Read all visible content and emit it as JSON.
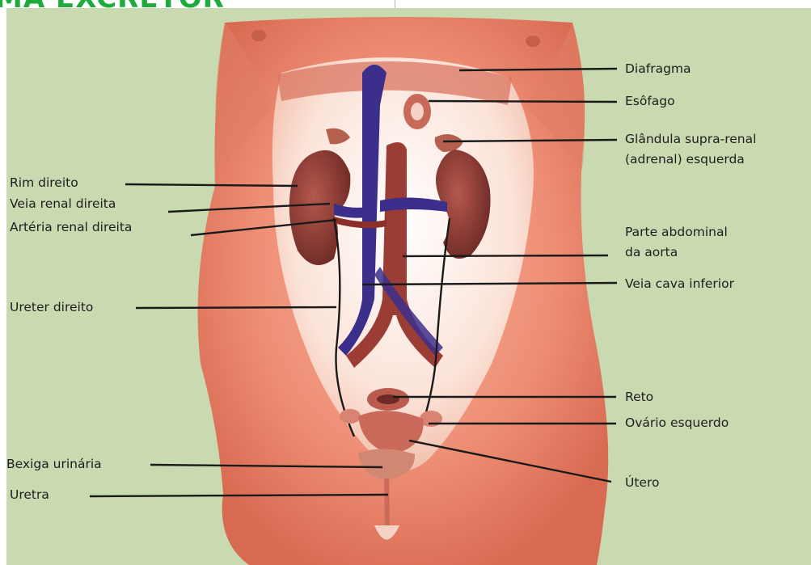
{
  "header": {
    "title": "MA EXCRETOR"
  },
  "labels": {
    "diafragma": "Diafragma",
    "esofago": "Esôfago",
    "glandula_1": "Glândula supra-renal",
    "glandula_2": "(adrenal) esquerda",
    "rim_direito": "Rim direito",
    "veia_renal": "Veia renal direita",
    "arteria_renal": "Artéria renal direita",
    "aorta_1": "Parte abdominal",
    "aorta_2": "da aorta",
    "veia_cava": "Veia cava inferior",
    "ureter": "Ureter direito",
    "reto": "Reto",
    "ovario": "Ovário esquerdo",
    "bexiga": "Bexiga urinária",
    "uretra": "Uretra",
    "utero": "Útero"
  },
  "colors": {
    "background": "#c9d9b0",
    "skin": "#e9816a",
    "organ": "#8a3a34",
    "vein": "#3c2f8c",
    "title": "#1faa3c"
  }
}
